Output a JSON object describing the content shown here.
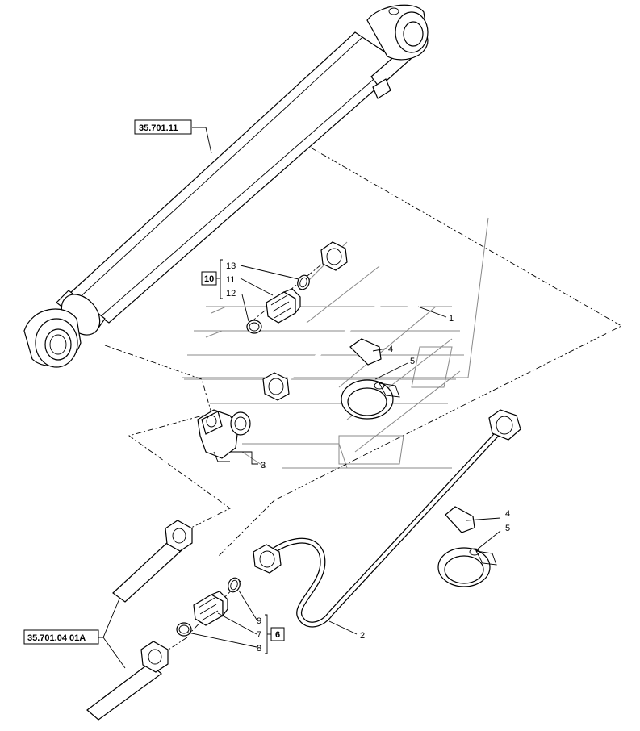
{
  "references": {
    "cylinder": "35.701.11",
    "lower_pipe": "35.701.04 01A"
  },
  "groups": {
    "upper": "10",
    "lower": "6"
  },
  "callouts": {
    "c1": "1",
    "c2": "2",
    "c3": "3",
    "c4a": "4",
    "c5a": "5",
    "c4b": "4",
    "c5b": "5",
    "c13": "13",
    "c11": "11",
    "c12": "12",
    "c9": "9",
    "c7": "7",
    "c8": "8"
  }
}
